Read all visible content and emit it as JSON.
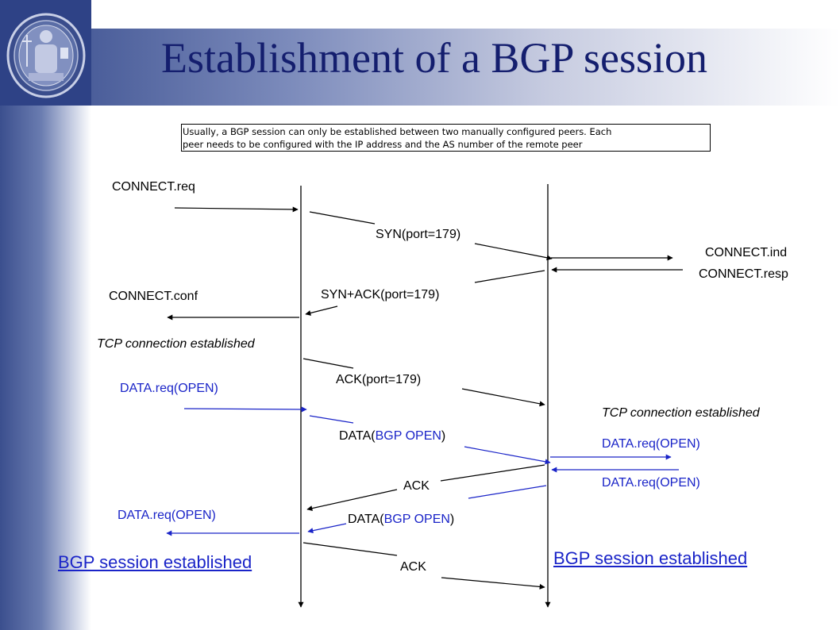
{
  "title": "Establishment of a BGP session",
  "note": {
    "line1": "Usually, a BGP session can only be established between two manually configured peers. Each",
    "line2": "peer needs to be configured with the IP address and the AS number of the remote peer"
  },
  "labels": {
    "connect_req": "CONNECT.req",
    "syn": "SYN(port=179)",
    "connect_ind": "CONNECT.ind",
    "connect_resp": "CONNECT.resp",
    "connect_conf": "CONNECT.conf",
    "synack": "SYN+ACK(port=179)",
    "tcp_left": "TCP connection established",
    "ack_port": "ACK(port=179)",
    "data_req_left1": "DATA.req(OPEN)",
    "tcp_right": "TCP connection established",
    "data_bgp_1_prefix": "DATA(",
    "data_bgp_1_inner": "BGP OPEN",
    "data_bgp_1_suffix": ")",
    "data_req_right1": "DATA.req(OPEN)",
    "ack_mid": "ACK",
    "data_req_right2": "DATA.req(OPEN)",
    "data_req_left2": "DATA.req(OPEN)",
    "data_bgp_2_prefix": "DATA(",
    "data_bgp_2_inner": "BGP OPEN",
    "data_bgp_2_suffix": ")",
    "bgp_left": "BGP session established",
    "bgp_right": "BGP session established",
    "ack_bottom": "ACK"
  },
  "colors": {
    "blue_text": "#1a24c8",
    "blue_line": "#1a24c8",
    "black_line": "#000000"
  }
}
